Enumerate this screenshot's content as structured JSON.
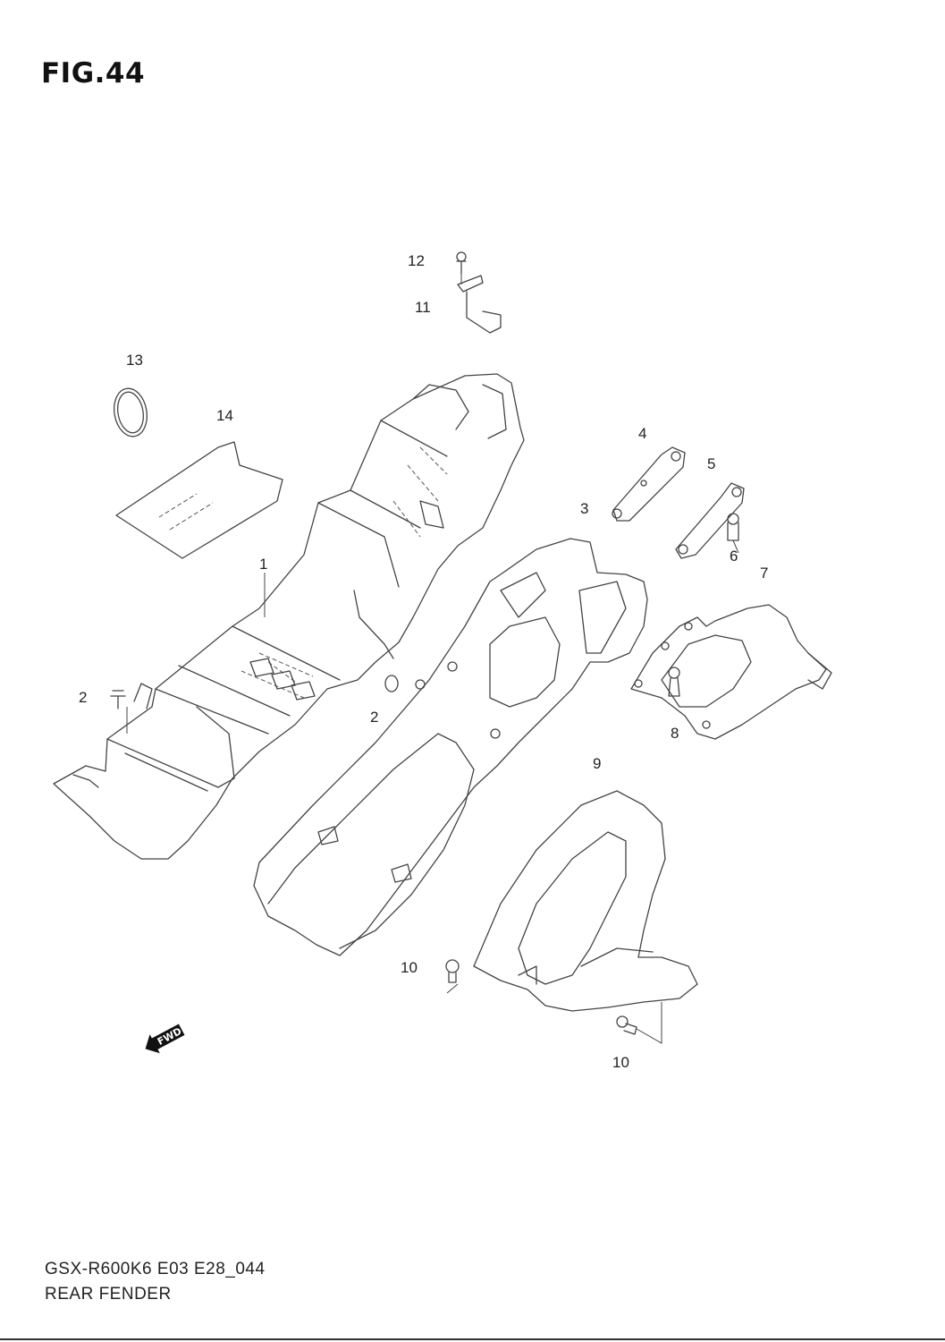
{
  "figure": {
    "title": "FIG.44"
  },
  "callouts": {
    "c1": "1",
    "c2a": "2",
    "c2b": "2",
    "c3": "3",
    "c4": "4",
    "c5": "5",
    "c6": "6",
    "c7": "7",
    "c8": "8",
    "c9": "9",
    "c10a": "10",
    "c10b": "10",
    "c11": "11",
    "c12": "12",
    "c13": "13",
    "c14": "14"
  },
  "direction_marker": {
    "label": "FWD"
  },
  "footer": {
    "model_code": "GSX-R600K6 E03 E28_044",
    "section_name": "REAR FENDER"
  }
}
